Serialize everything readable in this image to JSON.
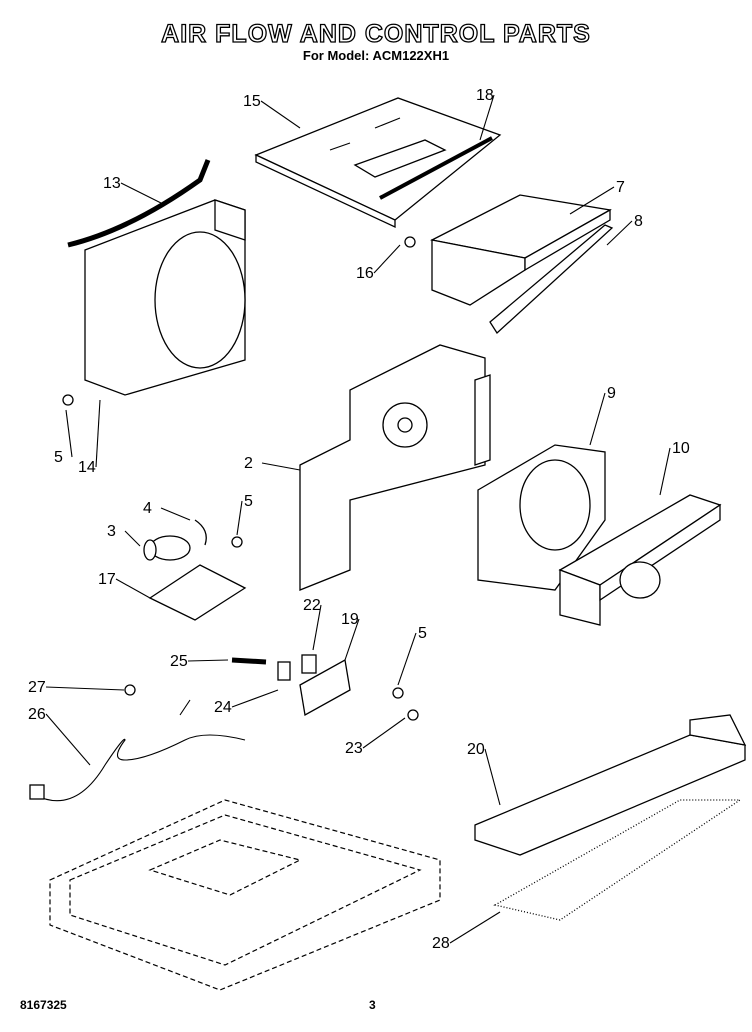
{
  "header": {
    "title": "AIR FLOW AND CONTROL PARTS",
    "subtitle": "For Model: ACM122XH1"
  },
  "footer": {
    "document_number": "8167325",
    "page_number": "3"
  },
  "callouts": [
    "15",
    "18",
    "13",
    "7",
    "8",
    "16",
    "5",
    "14",
    "9",
    "10",
    "2",
    "4",
    "5",
    "3",
    "17",
    "22",
    "19",
    "5",
    "25",
    "27",
    "24",
    "26",
    "23",
    "20",
    "28"
  ]
}
